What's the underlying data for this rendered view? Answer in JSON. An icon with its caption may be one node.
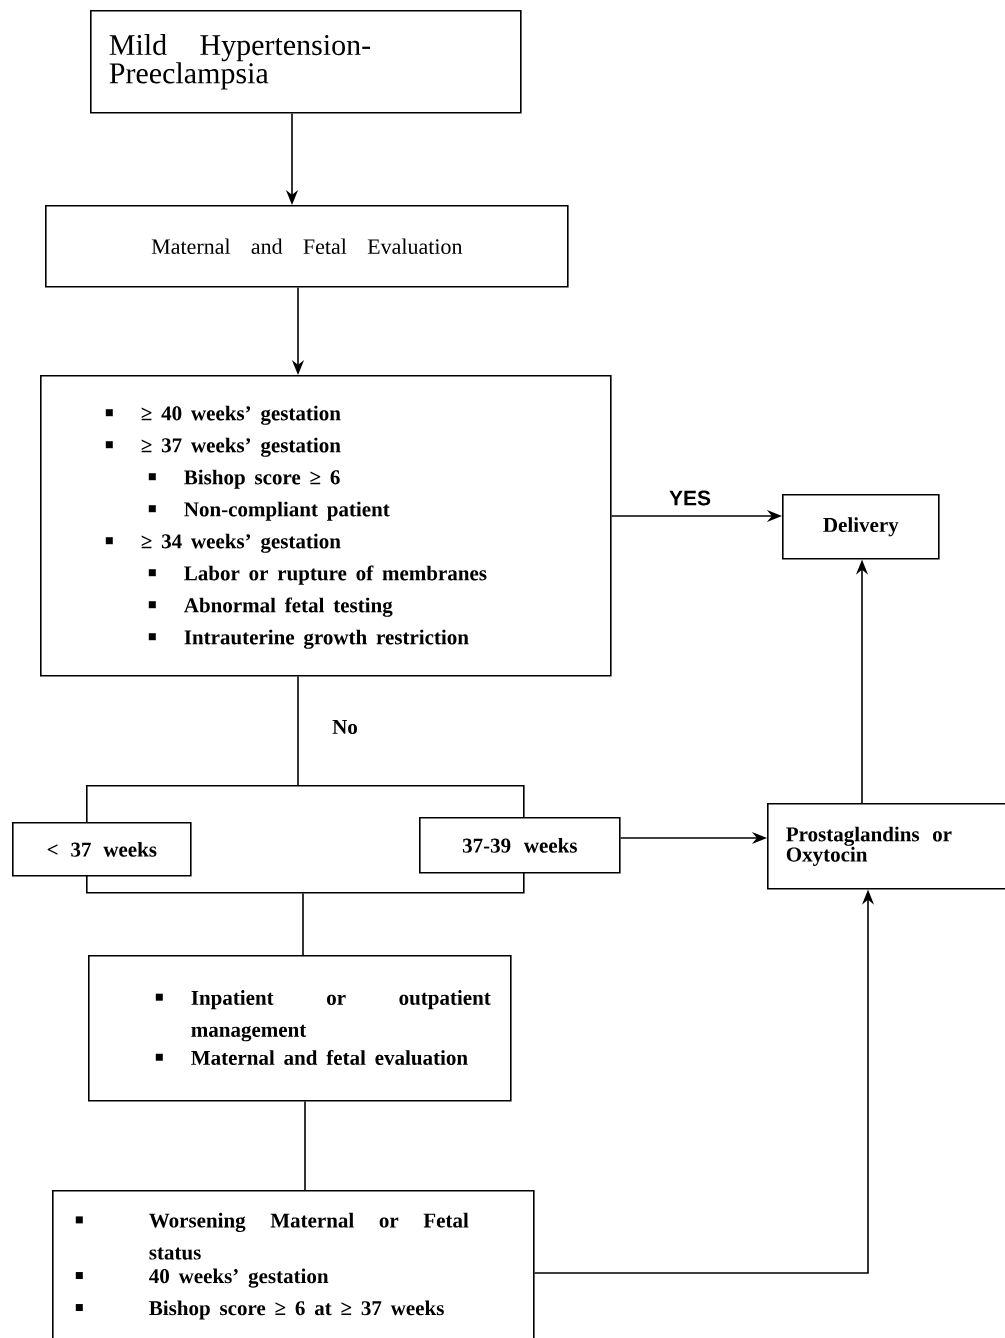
{
  "diagram": {
    "nodes": [
      {
        "text": [
          "Mild Hypertension-Preeclampsia"
        ]
      },
      {
        "text": [
          "Maternal and Fetal Evaluation"
        ]
      },
      {
        "text": [
          "≥ 40 weeks’ gestation",
          "≥ 37 weeks’ gestation",
          "Bishop score ≥ 6",
          "Non-compliant patient",
          "≥ 34 weeks’ gestation",
          "Labor or rupture of membranes",
          "Abnormal fetal testing",
          "Intrauterine growth restriction"
        ]
      },
      {
        "text": [
          "Delivery"
        ]
      },
      {
        "text": [],
        "shape": "box"
      },
      {
        "text": [
          "< 37 weeks"
        ]
      },
      {
        "text": [
          "37-39 weeks"
        ]
      },
      {
        "text": [
          "Prostaglandins or Oxytocin"
        ]
      },
      {
        "text": [
          "Inpatient or outpatient management",
          "Maternal and fetal evaluation"
        ]
      },
      {
        "text": [
          "Worsening Maternal or Fetal status",
          "40 weeks’ gestation",
          "Bishop score ≥ 6 at ≥ 37 weeks"
        ]
      }
    ],
    "edges": [
      {
        "from": 0,
        "to": 1,
        "arrow": "to"
      },
      {
        "from": 1,
        "to": 2,
        "arrow": "to"
      },
      {
        "from": 2,
        "to": 3,
        "arrow": "to",
        "label": "YES"
      },
      {
        "from": 2,
        "to": 4,
        "arrow": "none",
        "label": "No"
      },
      {
        "from": 6,
        "to": 7,
        "arrow": "to"
      },
      {
        "from": 4,
        "to": 8,
        "arrow": "none"
      },
      {
        "from": 8,
        "to": 9,
        "arrow": "none"
      },
      {
        "from": 9,
        "to": 7,
        "arrow": "to"
      },
      {
        "from": 7,
        "to": 3,
        "arrow": "to"
      }
    ]
  }
}
